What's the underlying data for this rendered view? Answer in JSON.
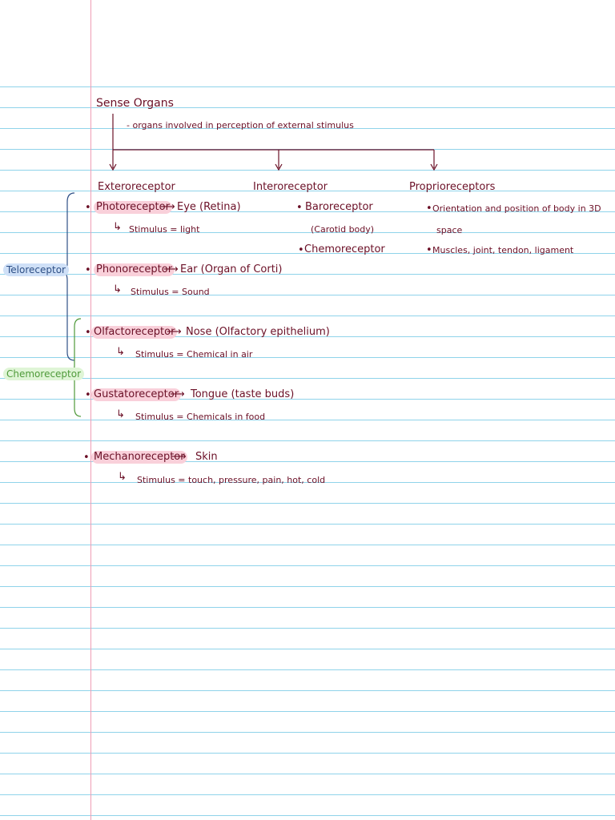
{
  "colors": {
    "ink": "#6b1027",
    "rule_line": "#8fd3ea",
    "margin_line": "#ef9db5",
    "highlight_pink": "#f9d0da",
    "teloreceptor_blue": "#2e4f86",
    "chemoreceptor_green": "#4f9a3a"
  },
  "title": "Sense Organs",
  "definition": "- organs involved in perception of external stimulus",
  "categories": {
    "extero": "Exteroreceptor",
    "intero": "Interoreceptor",
    "proprio": "Proprioreceptors"
  },
  "side_labels": {
    "teloreceptor": "Teloreceptor",
    "chemoreceptor": "Chemoreceptor"
  },
  "extero_items": [
    {
      "name": "Photoreceptor",
      "organ": "Eye (Retina)",
      "stimulus": "Stimulus = light"
    },
    {
      "name": "Phonoreceptor",
      "organ": "Ear (Organ of Corti)",
      "stimulus": "Stimulus = Sound"
    },
    {
      "name": "Olfactoreceptor",
      "organ": "Nose (Olfactory epithelium)",
      "stimulus": "Stimulus = Chemical in air"
    },
    {
      "name": "Gustatoreceptor",
      "organ": "Tongue (taste buds)",
      "stimulus": "Stimulus = Chemicals in food"
    },
    {
      "name": "Mechanoreceptor",
      "organ": "Skin",
      "stimulus": "Stimulus = touch, pressure, pain, hot, cold"
    }
  ],
  "intero_items": {
    "baro": "Baroreceptor",
    "baro_note": "(Carotid body)",
    "chemo": "Chemoreceptor"
  },
  "proprio_items": {
    "line1": "Orientation and position of body in 3D",
    "line1b": "space",
    "line2": "Muscles, joint, tendon, ligament"
  },
  "glyphs": {
    "bullet": "•",
    "hook": "↳",
    "arrow": "⟶"
  }
}
